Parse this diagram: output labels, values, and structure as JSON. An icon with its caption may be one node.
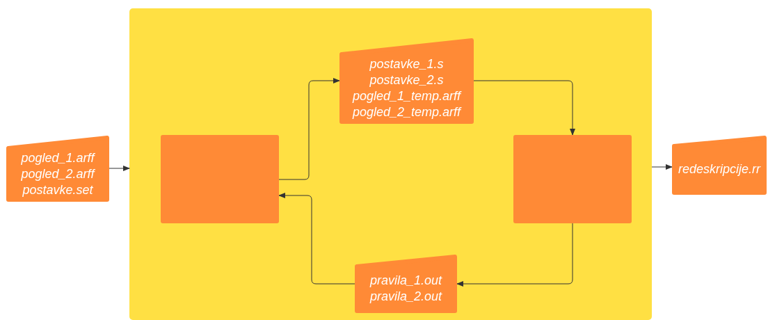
{
  "diagram": {
    "nodes": [
      {
        "text": [
          "pogled_1.arff",
          "pogled_2.arff",
          "postavke.set"
        ]
      },
      {
        "text": [],
        "shape": "box"
      },
      {
        "text": [],
        "shape": "box",
        "in": 1
      },
      {
        "text": [
          "postavke_1.s",
          "postavke_2.s",
          "pogled_1_temp.arff",
          "pogled_2_temp.arff"
        ],
        "in": 1
      },
      {
        "text": [],
        "shape": "box",
        "in": 1
      },
      {
        "text": [
          "pravila_1.out",
          "pravila_2.out"
        ],
        "in": 1
      },
      {
        "text": [
          "redeskripcije.rr"
        ]
      }
    ],
    "edges": [
      {
        "from": 0,
        "to": 1,
        "arrow": "to"
      },
      {
        "from": 2,
        "to": 3,
        "arrow": "to"
      },
      {
        "from": 3,
        "to": 4,
        "arrow": "to"
      },
      {
        "from": 4,
        "to": 5,
        "arrow": "to"
      },
      {
        "from": 5,
        "to": 2,
        "arrow": "to"
      },
      {
        "from": 1,
        "to": 6,
        "arrow": "to"
      }
    ]
  }
}
